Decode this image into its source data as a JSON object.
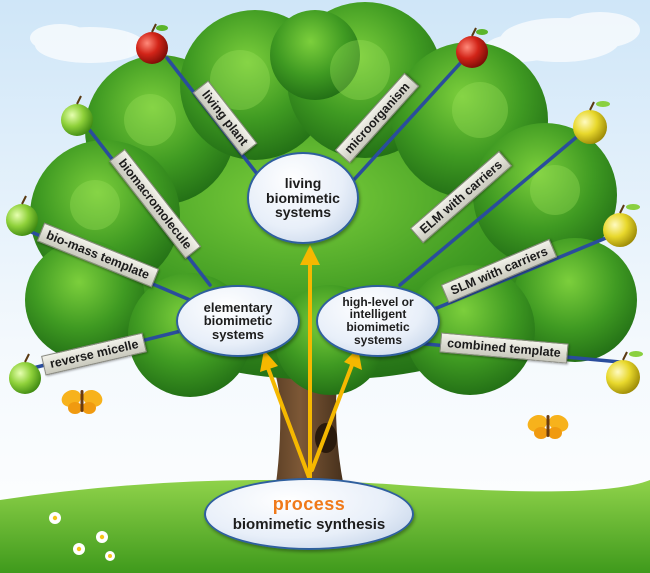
{
  "root": {
    "title": "process",
    "subtitle": "biomimetic synthesis"
  },
  "nodes": {
    "living": "living biomimetic systems",
    "elementary": "elementary biomimetic systems",
    "high_level": "high-level or intelligent biomimetic systems"
  },
  "branches": {
    "living_plant": "living plant",
    "microorganism": "microorganism",
    "biomacromolecule": "biomacromolecule",
    "bio_mass_template": "bio-mass template",
    "reverse_micelle": "reverse micelle",
    "elm_with_carriers": "ELM with carriers",
    "slm_with_carriers": "SLM with carriers",
    "combined_template": "combined template"
  },
  "colors": {
    "sky": "#ddeefa",
    "foliage": "#3f8f22",
    "grass": "#5cb32a",
    "trunk": "#6b4a2b",
    "arrow": "#f5b800",
    "branch_line": "#2a4d9c",
    "process_text": "#f07a1a"
  },
  "icons": [
    "red-apple-icon",
    "green-apple-icon",
    "yellow-apple-icon",
    "butterfly-icon",
    "daisy-icon"
  ]
}
